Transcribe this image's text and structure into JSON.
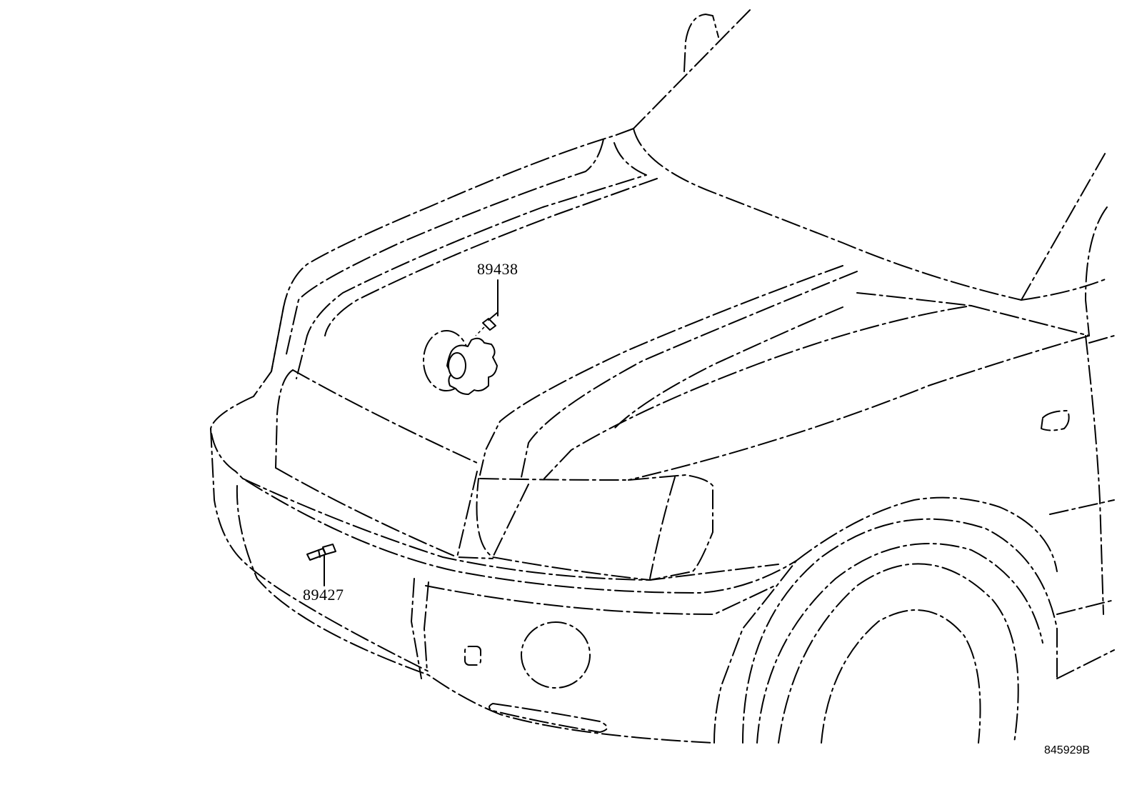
{
  "parts": [
    {
      "number": "89438"
    },
    {
      "number": "89427"
    }
  ],
  "illustration_code": "845929B"
}
